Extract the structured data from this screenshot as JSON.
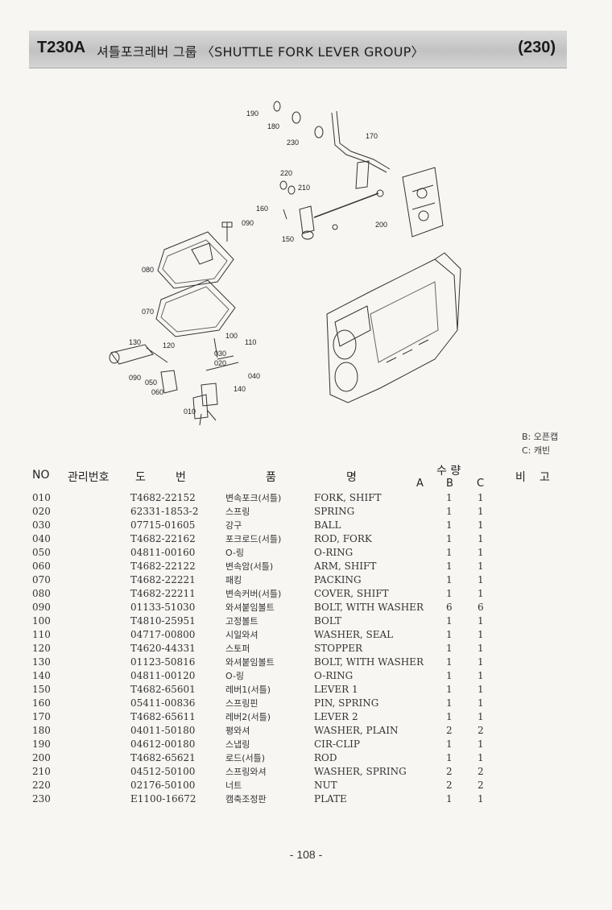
{
  "header": {
    "code": "T230A",
    "title": "셔틀포크레버 그룹 〈SHUTTLE FORK LEVER GROUP〉",
    "page_code": "(230)"
  },
  "diagram": {
    "callouts": [
      "190",
      "180",
      "230",
      "170",
      "220",
      "210",
      "160",
      "090",
      "200",
      "150",
      "080",
      "070",
      "130",
      "120",
      "100",
      "110",
      "030",
      "020",
      "090",
      "050",
      "060",
      "040",
      "140",
      "010"
    ]
  },
  "notes": {
    "b": "B: 오픈캡",
    "c": "C: 캐빈"
  },
  "table": {
    "headers": {
      "no": "NO",
      "mgmt": "관리번호",
      "dwg1": "도",
      "dwg2": "번",
      "name1": "품",
      "name2": "명",
      "qty": "수 량",
      "note1": "비",
      "note2": "고",
      "qa": "A",
      "qb": "B",
      "qc": "C"
    },
    "rows": [
      {
        "no": "010",
        "part": "T4682-22152",
        "kr": "변속포크(서틀)",
        "en": "FORK, SHIFT",
        "b": "1",
        "c": "1"
      },
      {
        "no": "020",
        "part": "62331-1853-2",
        "kr": "스프링",
        "en": "SPRING",
        "b": "1",
        "c": "1"
      },
      {
        "no": "030",
        "part": "07715-01605",
        "kr": "강구",
        "en": "BALL",
        "b": "1",
        "c": "1"
      },
      {
        "no": "040",
        "part": "T4682-22162",
        "kr": "포크로드(서틀)",
        "en": "ROD, FORK",
        "b": "1",
        "c": "1"
      },
      {
        "no": "050",
        "part": "04811-00160",
        "kr": "O-링",
        "en": "O-RING",
        "b": "1",
        "c": "1"
      },
      {
        "no": "060",
        "part": "T4682-22122",
        "kr": "변속암(서틀)",
        "en": "ARM, SHIFT",
        "b": "1",
        "c": "1"
      },
      {
        "no": "070",
        "part": "T4682-22221",
        "kr": "패킹",
        "en": "PACKING",
        "b": "1",
        "c": "1"
      },
      {
        "no": "080",
        "part": "T4682-22211",
        "kr": "변속커버(서틀)",
        "en": "COVER, SHIFT",
        "b": "1",
        "c": "1"
      },
      {
        "no": "090",
        "part": "01133-51030",
        "kr": "와셔붙임볼트",
        "en": "BOLT, WITH WASHER",
        "b": "6",
        "c": "6"
      },
      {
        "no": "100",
        "part": "T4810-25951",
        "kr": "고정볼트",
        "en": "BOLT",
        "b": "1",
        "c": "1"
      },
      {
        "no": "110",
        "part": "04717-00800",
        "kr": "시일와셔",
        "en": "WASHER, SEAL",
        "b": "1",
        "c": "1"
      },
      {
        "no": "120",
        "part": "T4620-44331",
        "kr": "스토퍼",
        "en": "STOPPER",
        "b": "1",
        "c": "1"
      },
      {
        "no": "130",
        "part": "01123-50816",
        "kr": "와셔붙임볼트",
        "en": "BOLT, WITH WASHER",
        "b": "1",
        "c": "1"
      },
      {
        "no": "140",
        "part": "04811-00120",
        "kr": "O-링",
        "en": "O-RING",
        "b": "1",
        "c": "1"
      },
      {
        "no": "150",
        "part": "T4682-65601",
        "kr": "레버1(서틀)",
        "en": "LEVER 1",
        "b": "1",
        "c": "1"
      },
      {
        "no": "160",
        "part": "05411-00836",
        "kr": "스프링핀",
        "en": "PIN, SPRING",
        "b": "1",
        "c": "1"
      },
      {
        "no": "170",
        "part": "T4682-65611",
        "kr": "레버2(서틀)",
        "en": "LEVER 2",
        "b": "1",
        "c": "1"
      },
      {
        "no": "180",
        "part": "04011-50180",
        "kr": "평와셔",
        "en": "WASHER, PLAIN",
        "b": "2",
        "c": "2"
      },
      {
        "no": "190",
        "part": "04612-00180",
        "kr": "스냅링",
        "en": "CIR-CLIP",
        "b": "1",
        "c": "1"
      },
      {
        "no": "200",
        "part": "T4682-65621",
        "kr": "로드(서틀)",
        "en": "ROD",
        "b": "1",
        "c": "1"
      },
      {
        "no": "210",
        "part": "04512-50100",
        "kr": "스프링와셔",
        "en": "WASHER, SPRING",
        "b": "2",
        "c": "2"
      },
      {
        "no": "220",
        "part": "02176-50100",
        "kr": "너트",
        "en": "NUT",
        "b": "2",
        "c": "2"
      },
      {
        "no": "230",
        "part": "E1100-16672",
        "kr": "캠축조정판",
        "en": "PLATE",
        "b": "1",
        "c": "1"
      }
    ]
  },
  "footer": {
    "page": "- 108 -"
  }
}
